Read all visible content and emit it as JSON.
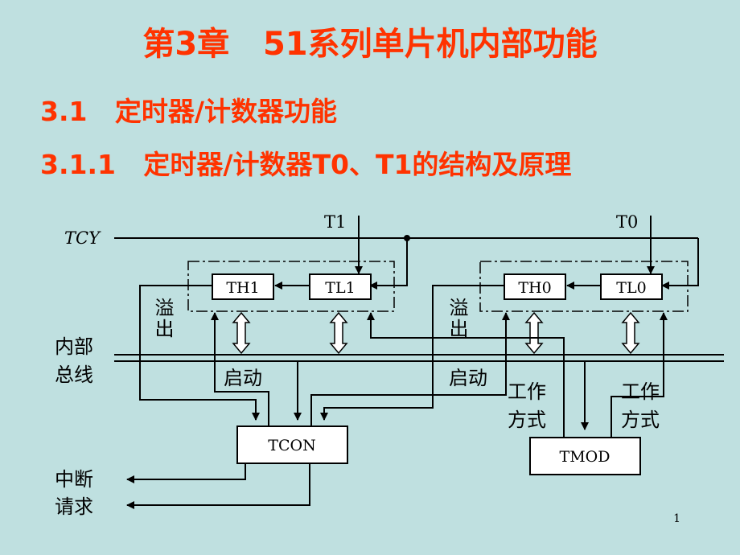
{
  "slide": {
    "title": "第3章   51系列单片机内部功能",
    "section_1": "3.1   定时器/计数器功能",
    "section_2": "3.1.1   定时器/计数器T0、T1的结构及原理",
    "page_number": "1"
  },
  "diagram": {
    "tcy": "TCY",
    "t1_input": "T1",
    "t0_input": "T0",
    "th1": "TH1",
    "tl1": "TL1",
    "th0": "TH0",
    "tl0": "TL0",
    "overflow_1": "溢出",
    "overflow_0": "溢出",
    "bus_line1": "内部",
    "bus_line2": "总线",
    "start_1": "启动",
    "start_0": "启动",
    "mode_1_line1": "工作",
    "mode_1_line2": "方式",
    "mode_0_line1": "工作",
    "mode_0_line2": "方式",
    "tcon": "TCON",
    "tmod": "TMOD",
    "interrupt_line1": "中断",
    "interrupt_line2": "请求"
  },
  "colors": {
    "background": "#bfe0e0",
    "title": "#ff3300",
    "line": "#000000",
    "box_fill": "#ffffff"
  }
}
